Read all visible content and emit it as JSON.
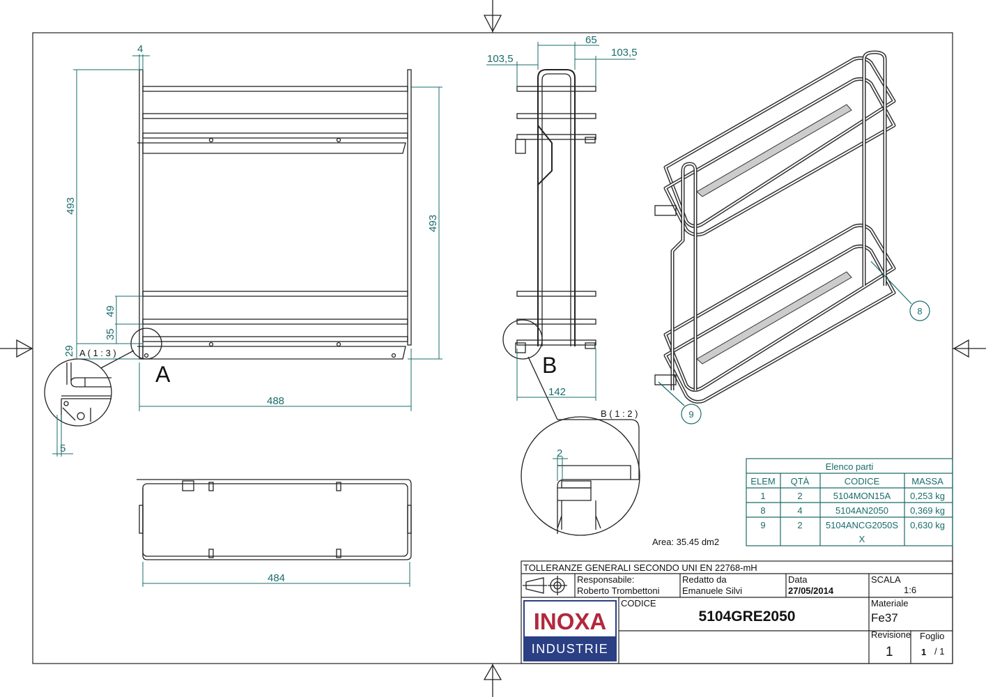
{
  "front_view": {
    "dim_top_offset": "4",
    "dim_height_left": "493",
    "dim_height_right": "493",
    "dim_49": "49",
    "dim_35": "35",
    "dim_29": "29",
    "dim_width": "488",
    "dim_detail_5": "5",
    "detail_label": "A",
    "detail_scale": "A ( 1 : 3 )"
  },
  "plan_view": {
    "dim_width": "484"
  },
  "side_view": {
    "dim_left": "103,5",
    "dim_center": "65",
    "dim_right": "103,5",
    "dim_bottom": "142",
    "dim_detail_2": "2",
    "detail_label": "B",
    "detail_scale": "B ( 1 : 2 )"
  },
  "iso_view": {
    "balloons": [
      "8",
      "9"
    ]
  },
  "area": "Area: 35.45 dm2",
  "parts_table": {
    "title": "Elenco parti",
    "headers": [
      "ELEM",
      "QTÀ",
      "CODICE",
      "MASSA"
    ],
    "rows": [
      {
        "elem": "1",
        "qty": "2",
        "code": "5104MON15A",
        "code2": "",
        "mass": "0,253 kg"
      },
      {
        "elem": "8",
        "qty": "4",
        "code": "5104AN2050",
        "code2": "",
        "mass": "0,369 kg"
      },
      {
        "elem": "9",
        "qty": "2",
        "code": "5104ANCG2050S",
        "code2": "X",
        "mass": "0,630 kg"
      }
    ]
  },
  "title_block": {
    "tolerances": "TOLLERANZE GENERALI SECONDO UNI EN 22768-mH",
    "responsible_label": "Responsabile:",
    "responsible": "Roberto Trombettoni",
    "drawn_by_label": "Redatto  da",
    "drawn_by": "Emanuele Silvi",
    "date_label": "Data",
    "date": "27/05/2014",
    "scale_label": "SCALA",
    "scale": "1:6",
    "code_label": "CODICE",
    "code": "5104GRE2050",
    "material_label": "Materiale",
    "material": "Fe37",
    "revision_label": "Revisione",
    "revision": "1",
    "sheet_label": "Foglio",
    "sheet": "1",
    "sheet_total": "/ 1",
    "logo_top": "INOXA",
    "logo_bottom": "INDUSTRIE",
    "logo_red": "#b2283c",
    "logo_blue": "#2a3f84"
  }
}
